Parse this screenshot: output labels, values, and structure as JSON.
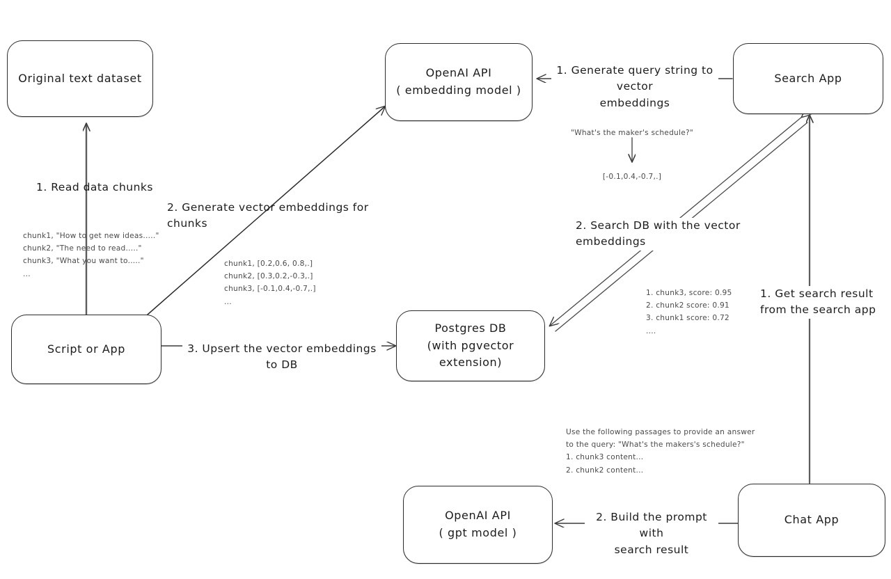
{
  "diagram": {
    "title": "Vector embedding search and chat architecture",
    "background": "#ffffff",
    "stroke_color": "#2b2b2b",
    "note_color": "#4a4a4a"
  },
  "nodes": {
    "original_dataset": {
      "label": "Original text dataset",
      "sublabel": ""
    },
    "script_or_app": {
      "label": "Script or App",
      "sublabel": ""
    },
    "openai_embedding": {
      "label": "OpenAI API",
      "sublabel": "( embedding model )"
    },
    "postgres_db": {
      "label": "Postgres DB",
      "sublabel": "(with pgvector extension)"
    },
    "search_app": {
      "label": "Search App",
      "sublabel": ""
    },
    "chat_app": {
      "label": "Chat App",
      "sublabel": ""
    },
    "openai_gpt": {
      "label": "OpenAI API",
      "sublabel": "( gpt model )"
    }
  },
  "edge_labels": {
    "read_chunks": "1. Read data chunks",
    "generate_embeddings": "2. Generate vector embeddings for chunks",
    "upsert": "3. Upsert the vector embeddings  to DB",
    "generate_query_embeddings": "1. Generate query string to vector\nembeddings",
    "search_db": "2. Search DB with the vector embeddings",
    "get_search_result": "1. Get search result\nfrom the search app",
    "build_prompt": "2. Build the prompt with\nsearch result"
  },
  "notes": {
    "chunks_sample": "chunk1, \"How to get new ideas.....\"\nchunk2, \"The need to read.....\"\nchunk3, \"What you want to.....\"\n...",
    "chunk_vectors": "chunk1, [0.2,0.6, 0.8,.]\nchunk2, [0.3,0.2,-0.3,.]\nchunk3, [-0.1,0.4,-0.7,.]\n...",
    "query_string": "\"What's the maker's schedule?\"",
    "query_vector": "[-0.1,0.4,-0.7,.]",
    "search_results": "1. chunk3, score: 0.95\n2. chunk2 score: 0.91\n3. chunk1 score: 0.72\n....",
    "prompt_sample": "Use the following passages to provide an answer\nto the query: \"What's the makers's schedule?\"\n1. chunk3 content...\n2. chunk2 content..."
  }
}
